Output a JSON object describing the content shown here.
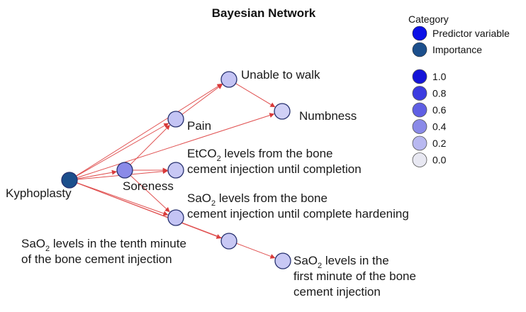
{
  "title": "Bayesian Network",
  "legend": {
    "category_title": "Category",
    "categories": [
      {
        "label": "Predictor variable",
        "color": "#0b10e6"
      },
      {
        "label": "Importance",
        "color": "#1c4f8c"
      }
    ],
    "scale": [
      {
        "label": "1.0",
        "color": "#1414d8"
      },
      {
        "label": "0.8",
        "color": "#3b3be0"
      },
      {
        "label": "0.6",
        "color": "#5f5fe4"
      },
      {
        "label": "0.4",
        "color": "#8a8ae8"
      },
      {
        "label": "0.2",
        "color": "#b8b8f0"
      },
      {
        "label": "0.0",
        "color": "#e8e8f2"
      }
    ]
  },
  "nodes": [
    {
      "id": "kyphoplasty",
      "lines": [
        [
          {
            "t": "Kyphoplasty"
          }
        ]
      ],
      "color": "#1c4f8c"
    },
    {
      "id": "soreness",
      "lines": [
        [
          {
            "t": "Soreness"
          }
        ]
      ],
      "color": "#8a8ae8"
    },
    {
      "id": "pain",
      "lines": [
        [
          {
            "t": "Pain"
          }
        ]
      ],
      "color": "#c4c4f4"
    },
    {
      "id": "unable-to-walk",
      "lines": [
        [
          {
            "t": "Unable to walk"
          }
        ]
      ],
      "color": "#c4c4f4"
    },
    {
      "id": "numbness",
      "lines": [
        [
          {
            "t": "Numbness"
          }
        ]
      ],
      "color": "#d0d0f6"
    },
    {
      "id": "etco2",
      "lines": [
        [
          {
            "t": "EtCO"
          },
          {
            "t": "2",
            "sub": true
          },
          {
            "t": " levels from the bone"
          }
        ],
        [
          {
            "t": "cement injection until completion"
          }
        ]
      ],
      "color": "#c8c8f4"
    },
    {
      "id": "sao2-hardening",
      "lines": [
        [
          {
            "t": "SaO"
          },
          {
            "t": "2",
            "sub": true
          },
          {
            "t": " levels from the bone"
          }
        ],
        [
          {
            "t": "cement injection until complete hardening"
          }
        ]
      ],
      "color": "#c4c4f4"
    },
    {
      "id": "sao2-tenth",
      "lines": [
        [
          {
            "t": "SaO"
          },
          {
            "t": "2",
            "sub": true
          },
          {
            "t": " levels in the tenth minute"
          }
        ],
        [
          {
            "t": "of the bone cement injection"
          }
        ]
      ],
      "color": "#c8c8f4"
    },
    {
      "id": "sao2-first",
      "lines": [
        [
          {
            "t": "SaO"
          },
          {
            "t": "2",
            "sub": true
          },
          {
            "t": " levels in the"
          }
        ],
        [
          {
            "t": "first minute of the bone"
          }
        ],
        [
          {
            "t": "cement injection"
          }
        ]
      ],
      "color": "#c8c8f4"
    }
  ],
  "edges": [
    {
      "from": "kyphoplasty",
      "to": "soreness"
    },
    {
      "from": "kyphoplasty",
      "to": "pain"
    },
    {
      "from": "kyphoplasty",
      "to": "unable-to-walk"
    },
    {
      "from": "kyphoplasty",
      "to": "numbness"
    },
    {
      "from": "kyphoplasty",
      "to": "etco2"
    },
    {
      "from": "kyphoplasty",
      "to": "sao2-hardening"
    },
    {
      "from": "kyphoplasty",
      "to": "sao2-tenth"
    },
    {
      "from": "kyphoplasty",
      "to": "sao2-first"
    },
    {
      "from": "soreness",
      "to": "pain"
    },
    {
      "from": "soreness",
      "to": "etco2"
    },
    {
      "from": "soreness",
      "to": "sao2-hardening"
    },
    {
      "from": "pain",
      "to": "unable-to-walk"
    },
    {
      "from": "unable-to-walk",
      "to": "numbness"
    }
  ]
}
